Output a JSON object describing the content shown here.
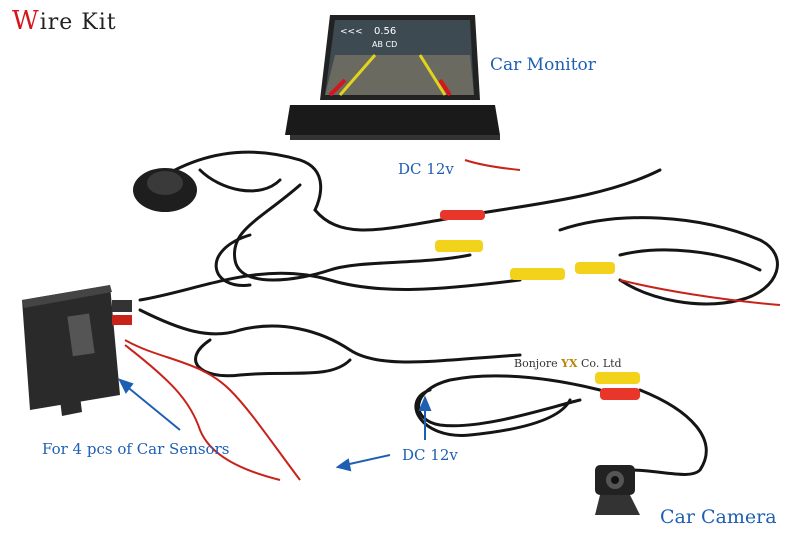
{
  "title": {
    "first_letter": "W",
    "rest": "ire Kit"
  },
  "labels": {
    "car_monitor": "Car Monitor",
    "dc_top": "DC 12v",
    "dc_bottom": "DC 12v",
    "sensors": "For 4 pcs of Car Sensors",
    "car_camera": "Car Camera"
  },
  "brand": {
    "prefix": "Bonjore ",
    "highlight": "YX",
    "suffix": " Co. Ltd"
  },
  "monitor_screen": {
    "arrows": "<<<",
    "distance": "0.56",
    "sensors": "AB  CD"
  },
  "colors": {
    "label_blue": "#1f5fb3",
    "title_red": "#d8141c",
    "rca_yellow": "#f2d21a",
    "rca_red": "#e8362a",
    "cable_black": "#151515"
  }
}
